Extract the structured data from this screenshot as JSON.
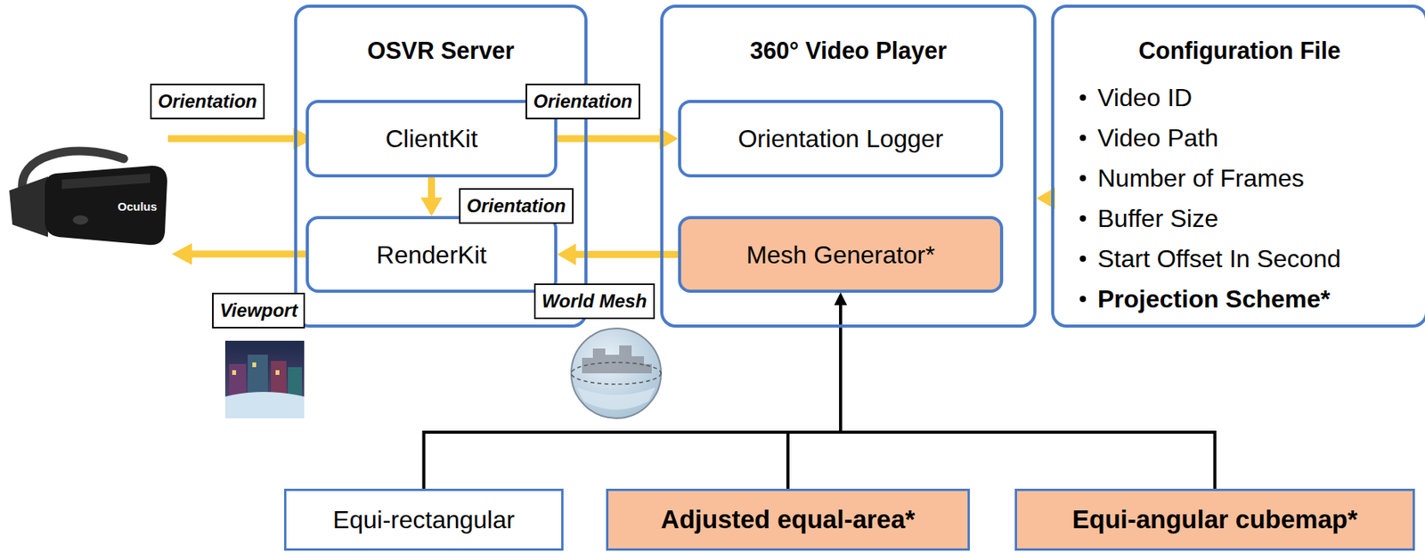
{
  "diagram": {
    "nodes": [
      {
        "text": [
          "OSVR Server"
        ]
      },
      {
        "text": [
          "ClientKit"
        ],
        "in": 0
      },
      {
        "text": [
          "RenderKit"
        ],
        "in": 0
      },
      {
        "text": [
          "360° Video Player"
        ]
      },
      {
        "text": [
          "Orientation Logger"
        ],
        "in": 3
      },
      {
        "text": [
          "Mesh Generator*"
        ],
        "in": 3
      },
      {
        "text": [
          "Configuration File",
          "Video ID",
          "Video Path",
          "Number of Frames",
          "Buffer Size",
          "Start Offset In Second",
          "Projection Scheme*"
        ]
      },
      {
        "text": [
          "Equi-rectangular"
        ]
      },
      {
        "text": [
          "Adjusted equal-area*"
        ]
      },
      {
        "text": [
          "Equi-angular cubemap*"
        ]
      }
    ],
    "edges": [
      {
        "from": 1,
        "to": 4,
        "label": "Orientation",
        "arrow": "to"
      },
      {
        "from": 1,
        "to": 2,
        "label": "Orientation",
        "arrow": "to"
      },
      {
        "from": 5,
        "to": 2,
        "label": "World Mesh",
        "arrow": "to"
      },
      {
        "from": 6,
        "to": 3,
        "arrow": "to"
      },
      {
        "from": 7,
        "to": 5,
        "arrow": "to"
      },
      {
        "from": 8,
        "to": 5,
        "arrow": "to"
      },
      {
        "from": 9,
        "to": 5,
        "arrow": "to"
      }
    ],
    "labels": [
      "Orientation",
      "Viewport",
      "Oculus"
    ]
  }
}
